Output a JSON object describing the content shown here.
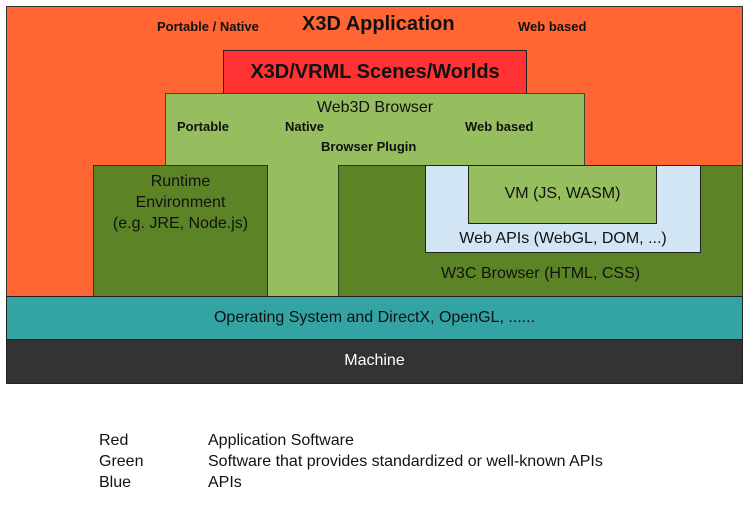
{
  "diagram": {
    "title": "X3D Application",
    "top_labels": {
      "left": "Portable / Native",
      "right": "Web based"
    },
    "scene": "X3D/VRML Scenes/Worlds",
    "web3d_browser": {
      "title": "Web3D Browser",
      "labels": {
        "portable": "Portable",
        "native": "Native",
        "web_based": "Web based",
        "plugin": "Browser Plugin"
      }
    },
    "runtime": [
      "Runtime",
      "Environment",
      "(e.g. JRE, Node.js)"
    ],
    "vm": "VM (JS, WASM)",
    "web_apis": "Web APIs (WebGL, DOM, ...)",
    "w3c_browser": "W3C Browser (HTML, CSS)",
    "os": "Operating System and DirectX, OpenGL, ......",
    "machine": "Machine",
    "colors": {
      "application": "#ff6633",
      "scene": "#ff3333",
      "light_green": "#96bd5e",
      "dark_green": "#5c8426",
      "blue_api": "#d1e5f4",
      "os": "#33a3a3",
      "machine": "#333333"
    }
  },
  "legend": [
    {
      "key": "Red",
      "desc": "Application Software"
    },
    {
      "key": "Green",
      "desc": "Software that provides standardized or well-known APIs"
    },
    {
      "key": "Blue",
      "desc": "APIs"
    }
  ]
}
